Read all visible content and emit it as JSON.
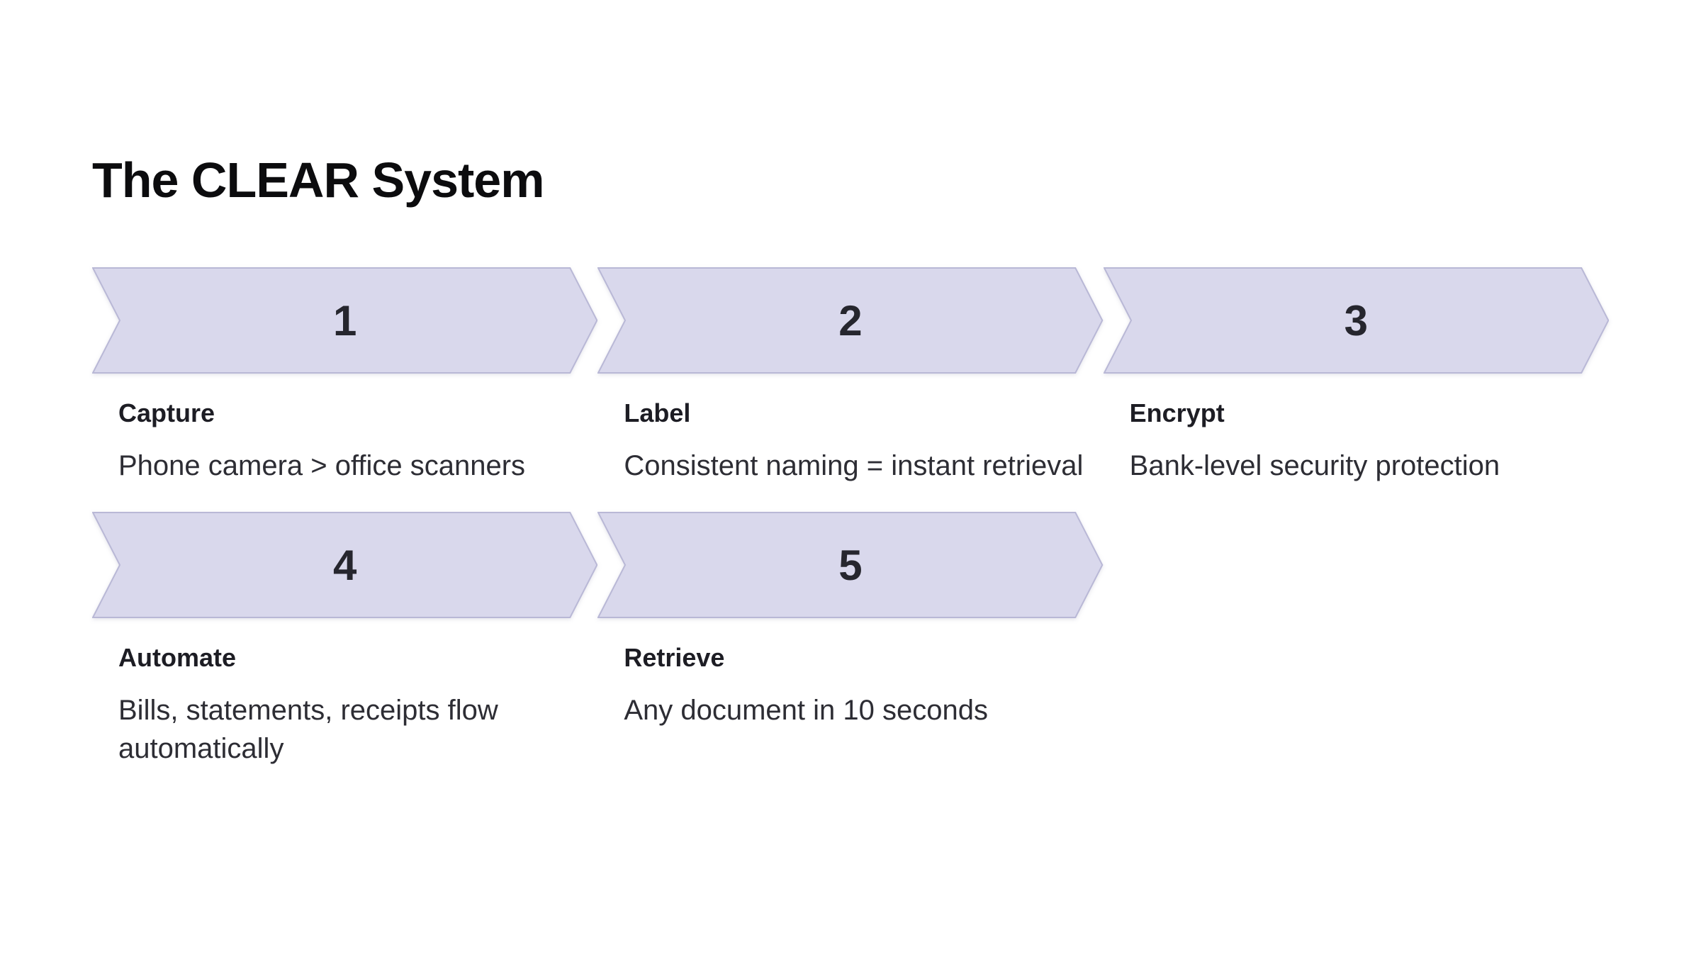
{
  "page": {
    "title": "The CLEAR System",
    "background_color": "#ffffff"
  },
  "colors": {
    "arrow_fill": "#d9d8ec",
    "arrow_border": "#b9b8d6",
    "title_color": "#0c0c0e",
    "step_number_color": "#26262e",
    "step_label_color": "#1d1d24",
    "step_description_color": "#2d2d34"
  },
  "diagram": {
    "type": "process-chevron",
    "columns": 3,
    "rows": 2
  },
  "steps": [
    {
      "number": "1",
      "label": "Capture",
      "description": "Phone camera > office scanners"
    },
    {
      "number": "2",
      "label": "Label",
      "description": "Consistent naming = instant retrieval"
    },
    {
      "number": "3",
      "label": "Encrypt",
      "description": "Bank-level security protection"
    },
    {
      "number": "4",
      "label": "Automate",
      "description": "Bills, statements, receipts flow automatically"
    },
    {
      "number": "5",
      "label": "Retrieve",
      "description": "Any document in 10 seconds"
    }
  ]
}
